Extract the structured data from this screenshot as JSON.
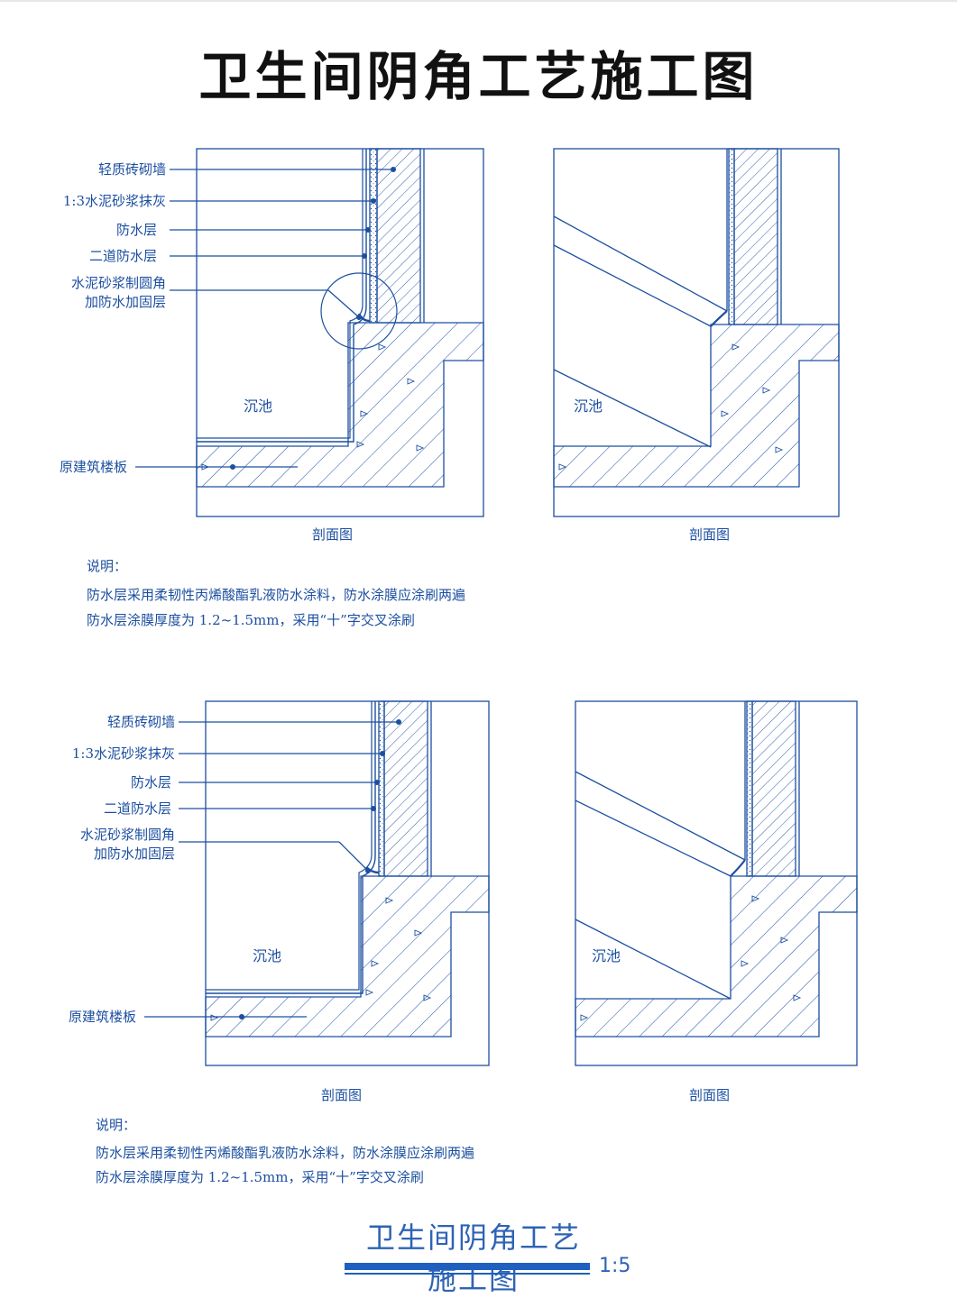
{
  "title": "卫生间阴角工艺施工图",
  "diagrams": [
    {
      "labels": [
        "轻质砖砌墙",
        "1:3水泥砂浆抹灰",
        "防水层",
        "二道防水层",
        "水泥砂浆制圆角",
        "加防水加固层"
      ],
      "pool_label": "沉池",
      "floor_label": "原建筑楼板",
      "caption_left": "剖面图",
      "caption_right": "剖面图",
      "pool_label_right": "沉池",
      "notes": {
        "heading": "说明：",
        "line1": "防水层采用柔韧性丙烯酸酯乳液防水涂料，防水涂膜应涂刷两遍",
        "line2": "防水层涂膜厚度为 1.2~1.5mm，采用“十”字交叉涂刷"
      }
    },
    {
      "labels": [
        "轻质砖砌墙",
        "1:3水泥砂浆抹灰",
        "防水层",
        "二道防水层",
        "水泥砂浆制圆角",
        "加防水加固层"
      ],
      "pool_label": "沉池",
      "floor_label": "原建筑楼板",
      "caption_left": "剖面图",
      "caption_right": "剖面图",
      "pool_label_right": "沉池",
      "notes": {
        "heading": "说明：",
        "line1": "防水层采用柔韧性丙烯酸酯乳液防水涂料，防水涂膜应涂刷两遍",
        "line2": "防水层涂膜厚度为 1.2~1.5mm，采用“十”字交叉涂刷"
      }
    }
  ],
  "footer": {
    "title": "卫生间阴角工艺施工图",
    "scale": "1:5"
  },
  "colors": {
    "line": "#1c4fa0",
    "title": "#111111",
    "footer_bar": "#1f5fbf"
  }
}
